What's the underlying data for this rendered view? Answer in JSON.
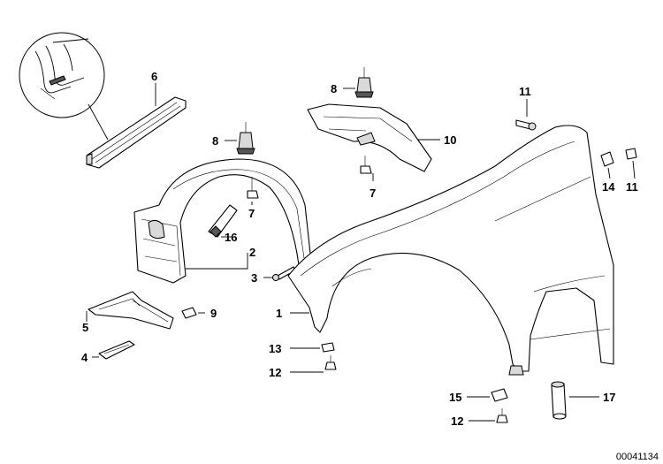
{
  "diagram": {
    "drawing_number": "00041134",
    "callouts": {
      "c1": "1",
      "c2": "2",
      "c3": "3",
      "c4": "4",
      "c5": "5",
      "c6": "6",
      "c7a": "7",
      "c7b": "7",
      "c8a": "8",
      "c8b": "8",
      "c9": "9",
      "c10": "10",
      "c11a": "11",
      "c11b": "11",
      "c12a": "12",
      "c12b": "12",
      "c13": "13",
      "c14": "14",
      "c15": "15",
      "c16": "16",
      "c17": "17"
    }
  }
}
